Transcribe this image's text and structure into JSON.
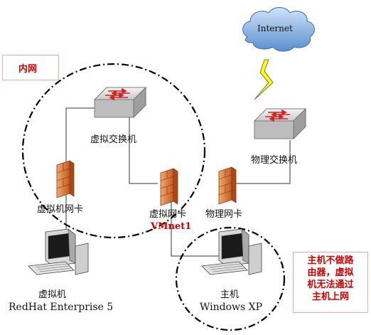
{
  "internal_net_label": "内网",
  "internet_label": "Internet",
  "virtual_switch_label": "虚拟交换机",
  "physical_switch_label": "物理交换机",
  "vm_nic_label": "虚拟机网卡",
  "virtual_nic_label": "虚拟网卡",
  "vmnet_label": "VMnet1",
  "physical_nic_label": "物理网卡",
  "vm_label": "虚拟机",
  "vm_os_label": "RedHat Enterprise 5",
  "host_label": "主机",
  "host_os_label": "Windows XP",
  "note_lines": [
    "主机不做路",
    "由器，虚拟",
    "机无法通过",
    "主机上网"
  ],
  "colors": {
    "note_red": "#d40000",
    "cloud_blue": "#6fa0d6",
    "lightning_yellow": "#ffff00",
    "firewall_orange": "#e07a3c",
    "device_gray": "#d8d8d8"
  }
}
